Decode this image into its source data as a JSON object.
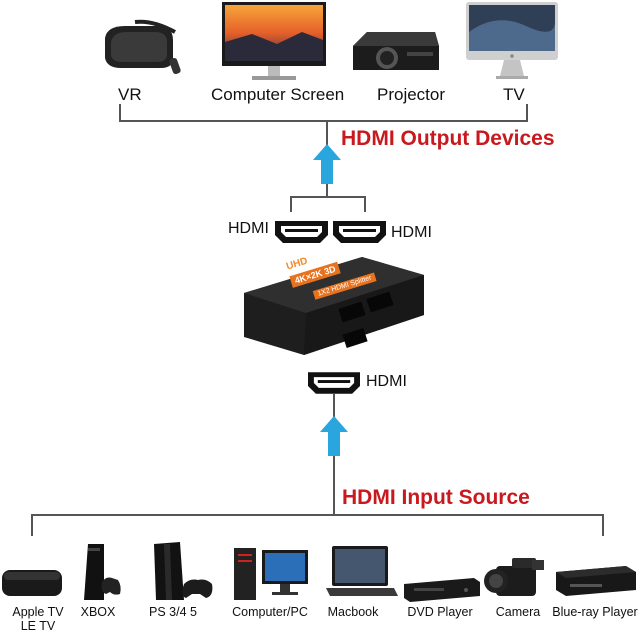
{
  "output": {
    "heading": "HDMI Output Devices",
    "devices": [
      {
        "label": "VR",
        "icon": "vr-headset-icon"
      },
      {
        "label": "Computer Screen",
        "icon": "monitor-icon"
      },
      {
        "label": "Projector",
        "icon": "projector-icon"
      },
      {
        "label": "TV",
        "icon": "imac-tv-icon"
      }
    ]
  },
  "splitter": {
    "out_port_left": "HDMI",
    "out_port_right": "HDMI",
    "in_port": "HDMI",
    "badge_line1": "UHD",
    "badge_line2": "4K×2K 3D",
    "badge_line3": "1X2 HDMI Splitter"
  },
  "input": {
    "heading": "HDMI Input Source",
    "devices": [
      {
        "label": "Apple TV",
        "label2": "LE TV",
        "icon": "apple-tv-icon"
      },
      {
        "label": "XBOX",
        "icon": "xbox-icon"
      },
      {
        "label": "PS 3/4 5",
        "icon": "playstation-icon"
      },
      {
        "label": "Computer/PC",
        "icon": "desktop-pc-icon"
      },
      {
        "label": "Macbook",
        "icon": "laptop-icon"
      },
      {
        "label": "DVD Player",
        "icon": "dvd-player-icon"
      },
      {
        "label": "Camera",
        "icon": "video-camera-icon"
      },
      {
        "label": "Blue-ray Player",
        "icon": "bluray-player-icon"
      }
    ]
  },
  "colors": {
    "heading": "#c8191e",
    "arrow": "#2aa6de",
    "line": "#555555",
    "splitter_body": "#2b2b2b",
    "badge": "#e8731f"
  }
}
